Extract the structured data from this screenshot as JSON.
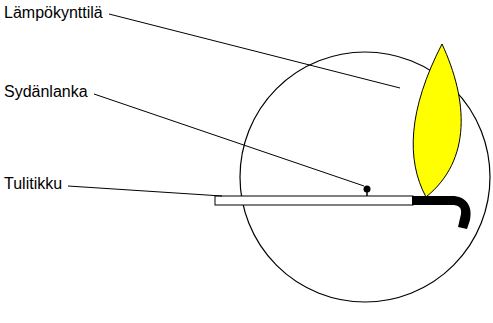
{
  "diagram": {
    "labels": [
      "Lämpökynttilä",
      "Sydänlanka",
      "Tulitikku"
    ]
  }
}
